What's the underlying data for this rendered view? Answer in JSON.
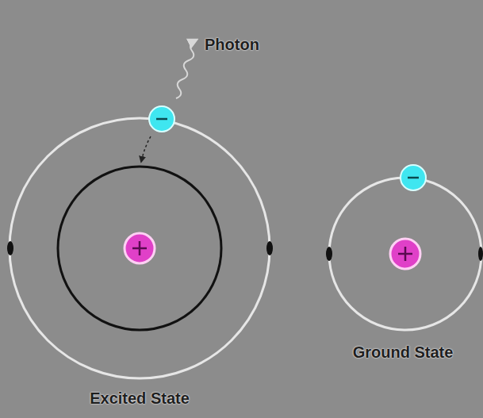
{
  "diagram": {
    "labels": [
      "Photon",
      "Excited State",
      "Ground State"
    ]
  }
}
